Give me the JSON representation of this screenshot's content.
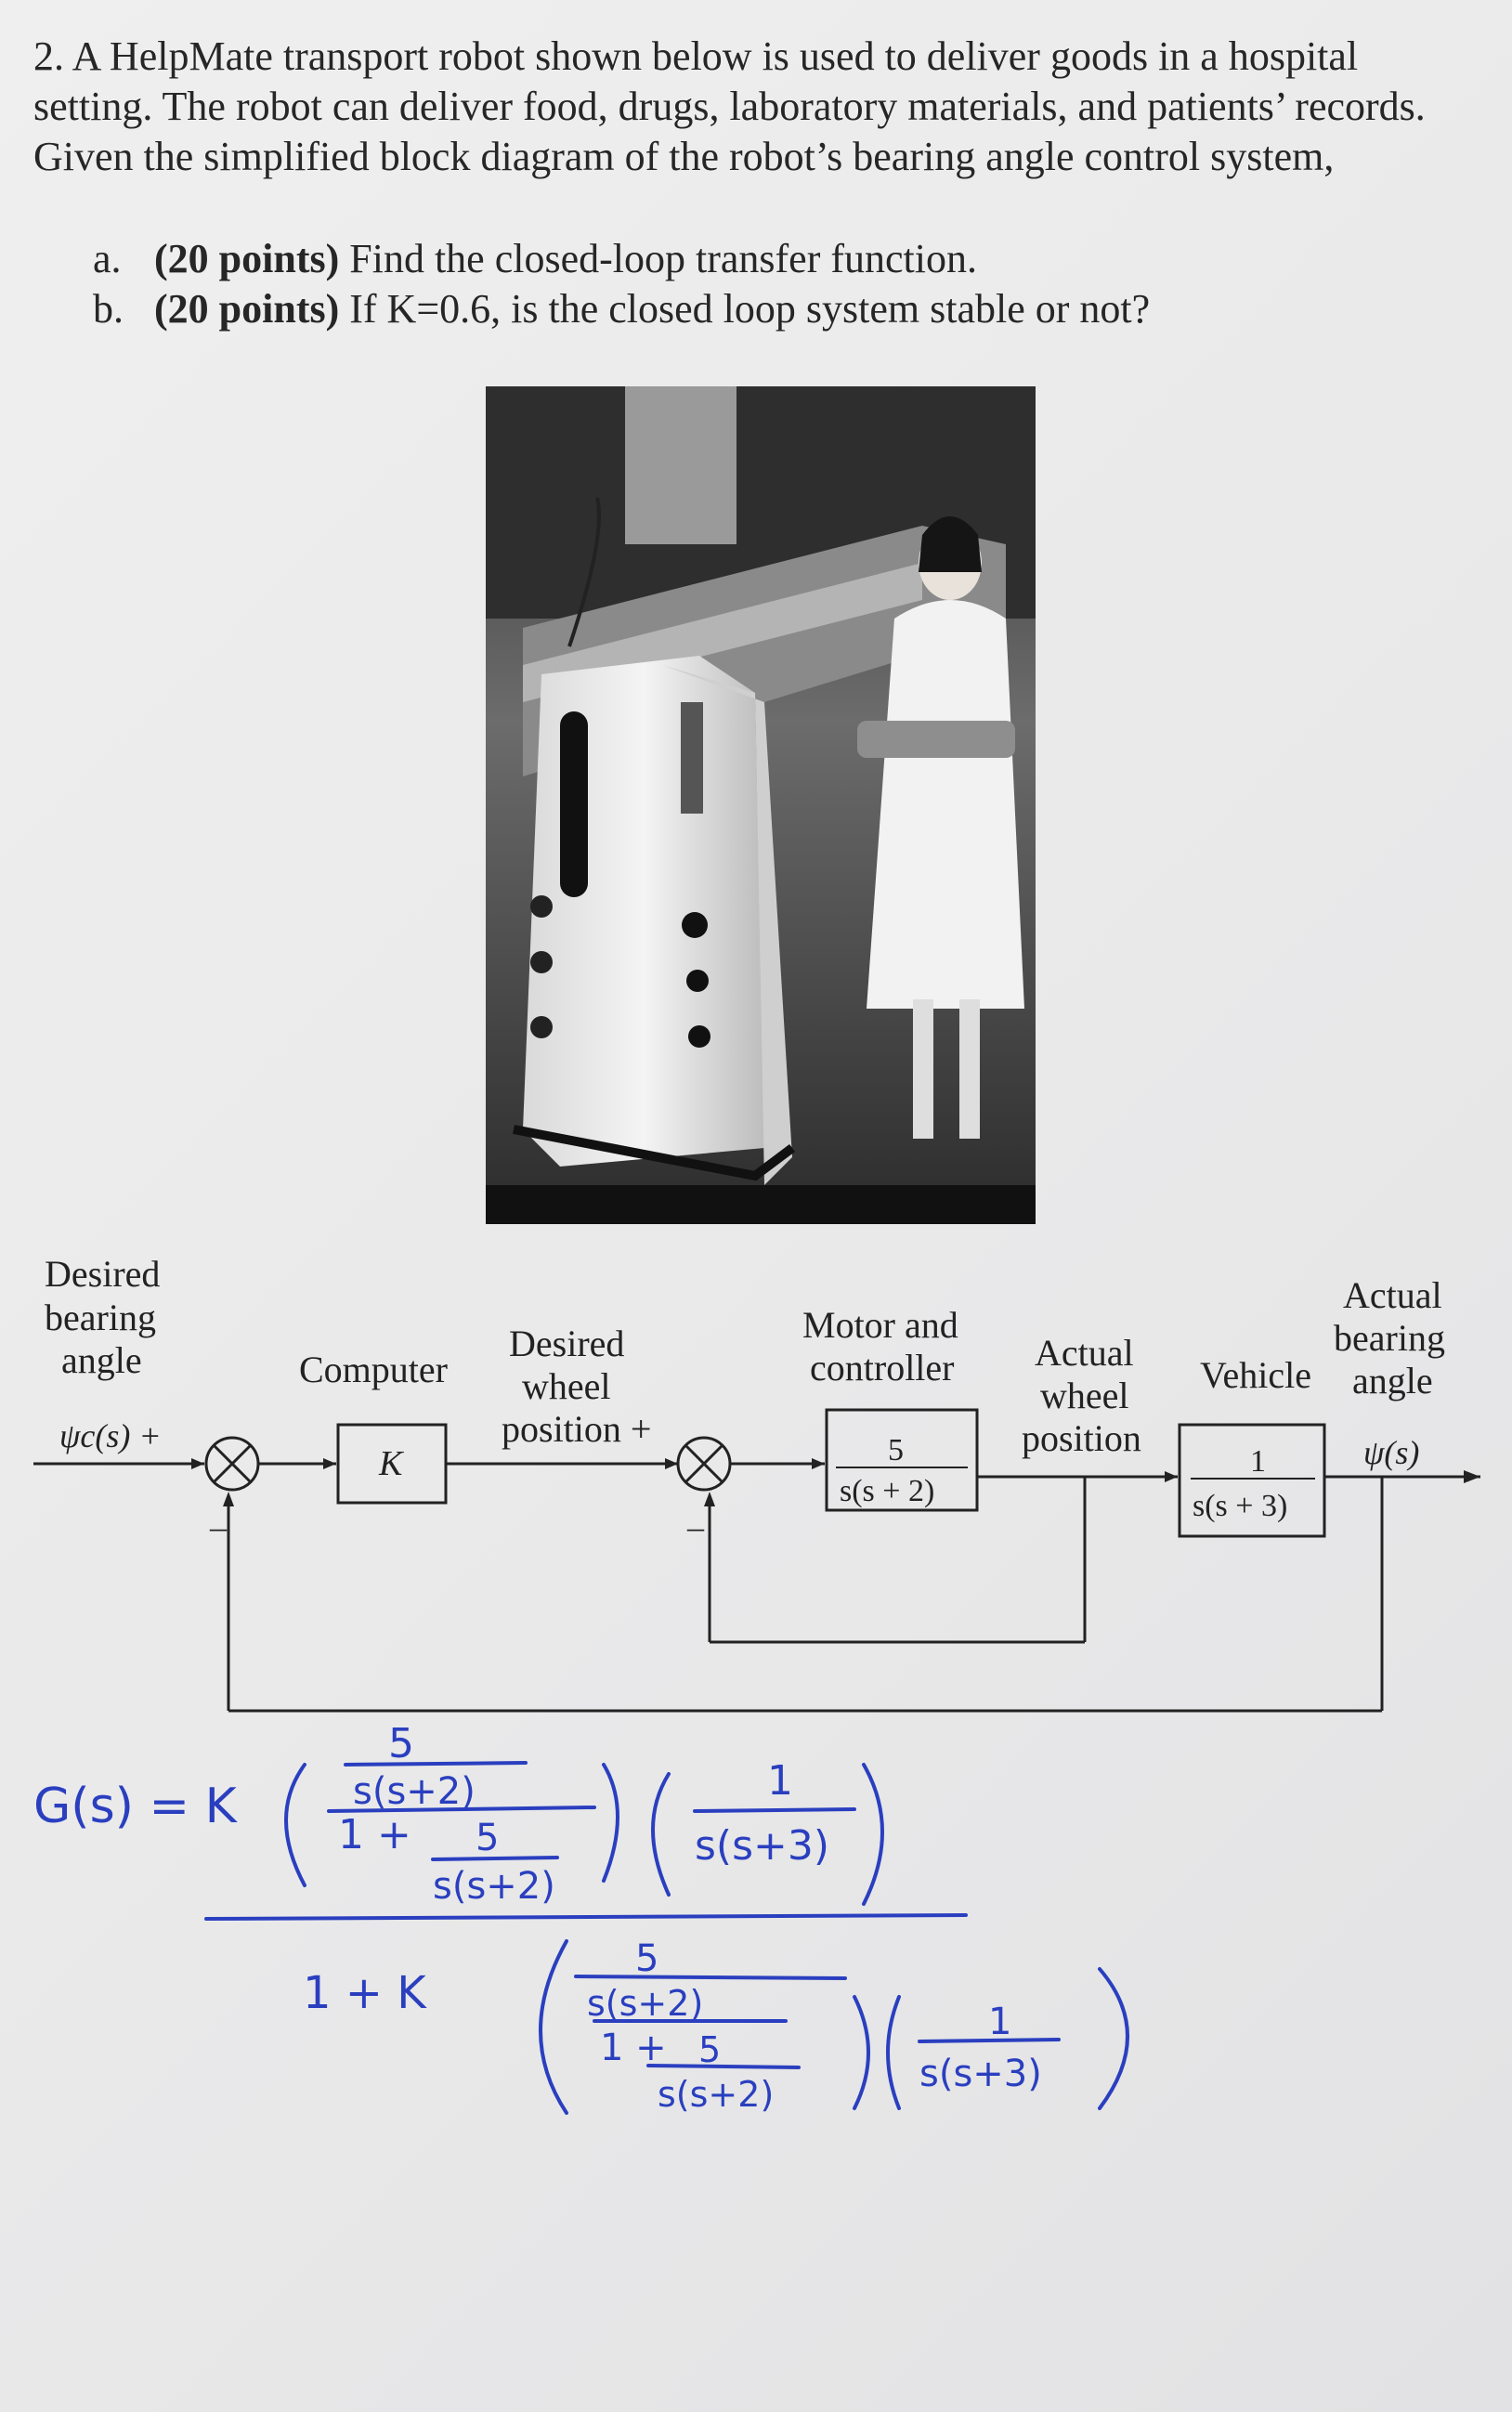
{
  "question": {
    "intro": "2. A HelpMate transport robot shown below is used to deliver goods in a hospital setting. The robot can deliver food, drugs, laboratory materials, and patients’ records. Given the simplified block diagram of the robot’s bearing angle control system,",
    "parts": [
      {
        "label": "a.",
        "points": "(20 points)",
        "text": " Find the closed-loop transfer function."
      },
      {
        "label": "b.",
        "points": "(20 points)",
        "text": " If K=0.6, is the closed loop system stable or not?"
      }
    ]
  },
  "diagram": {
    "input_label": [
      "Desired",
      "bearing",
      "angle"
    ],
    "input_symbol": "ψc(s) +",
    "computer_label": "Computer",
    "computer_gain": "K",
    "desired_wheel": [
      "Desired",
      "wheel",
      "position +"
    ],
    "motor_label": [
      "Motor and",
      "controller"
    ],
    "motor_num": "5",
    "motor_den": "s(s + 2)",
    "actual_wheel": [
      "Actual",
      "wheel",
      "position"
    ],
    "vehicle_label": "Vehicle",
    "vehicle_num": "1",
    "vehicle_den": "s(s + 3)",
    "output_label": [
      "Actual",
      "bearing",
      "angle"
    ],
    "output_symbol": "ψ(s)",
    "minus": "–"
  },
  "handwriting": {
    "lhs": "G(s) = K",
    "inner_num": "5",
    "inner_den": "s(s+2)",
    "one_plus": "1 +",
    "factor_num": "1",
    "factor_den": "s(s+3)",
    "denom_lead": "1 + K"
  }
}
